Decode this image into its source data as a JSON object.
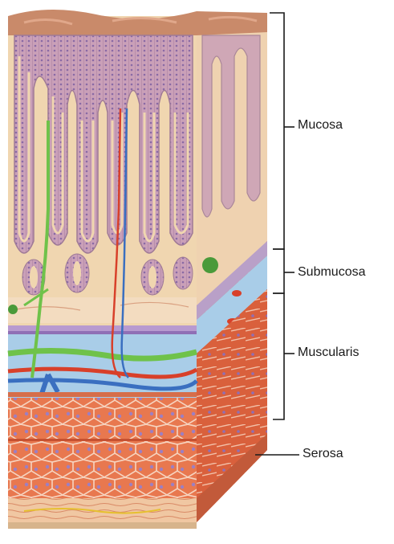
{
  "labels": {
    "mucosa": "Mucosa",
    "submucosa": "Submucosa",
    "muscularis": "Muscularis",
    "serosa": "Serosa"
  },
  "colors": {
    "mucosa_tissue": "#c98a6a",
    "villus_border": "#b899b8",
    "lamina_propria": "#f0d6b0",
    "submucosa_blue": "#a9cde8",
    "muscle_red": "#e0704a",
    "artery_red": "#d8402a",
    "vein_blue": "#3a6fc0",
    "lymph_green": "#6fc24a"
  }
}
